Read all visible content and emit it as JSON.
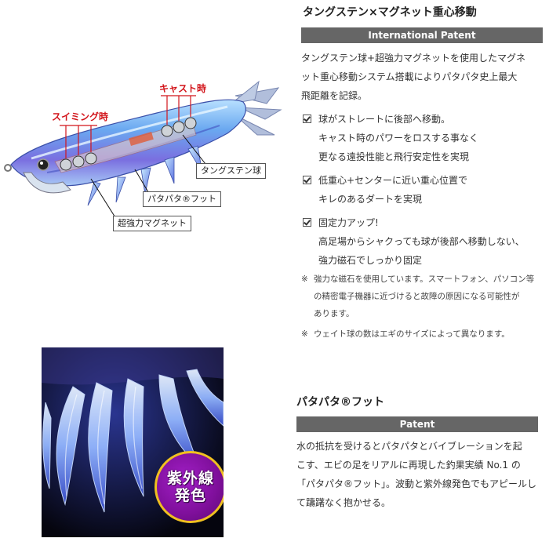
{
  "lure": {
    "callout_swimming": "スイミング時",
    "callout_cast": "キャスト時",
    "label_tungsten": "タングステン球",
    "label_patapata": "パタパタ®フット",
    "label_magnet": "超強力マグネット"
  },
  "uv_photo": {
    "badge_line1": "紫外線",
    "badge_line2": "発色"
  },
  "section1": {
    "title": "タングステン×マグネット重心移動",
    "bar_label": "International Patent",
    "intro": [
      "タングステン球+超強力マグネットを使用したマグネ",
      "ット重心移動システム搭載によりパタパタ史上最大",
      "飛距離を記録。"
    ],
    "features": [
      {
        "head": "球がストレートに後部へ移動。",
        "lines": [
          "キャスト時のパワーをロスする事なく",
          "更なる遠投性能と飛行安定性を実現"
        ]
      },
      {
        "head": "低重心+センターに近い重心位置で",
        "lines": [
          "キレのあるダートを実現"
        ]
      },
      {
        "head": "固定力アップ!",
        "lines": [
          "高足場からシャクっても球が後部へ移動しない、",
          "強力磁石でしっかり固定"
        ]
      }
    ],
    "note_mark": "※",
    "note1": [
      "強力な磁石を使用しています。スマートフォン、パソコン等",
      "の精密電子機器に近づけると故障の原因になる可能性が",
      "あります。"
    ],
    "note2": "ウェイト球の数はエギのサイズによって異なります。"
  },
  "section2": {
    "title": "パタパタ®フット",
    "bar_label": "Patent",
    "body": [
      "水の抵抗を受けるとパタパタとバイブレーションを起",
      "こす、エビの足をリアルに再現した釣果実績 No.1 の",
      "「パタパタ®フット」。波動と紫外線発色でもアピールし",
      "て躊躇なく抱かせる。"
    ]
  },
  "colors": {
    "bar": "#666666",
    "callout_red": "#d2141a",
    "badge_purple": "#7e0f9a",
    "badge_ring": "#f0c020"
  }
}
